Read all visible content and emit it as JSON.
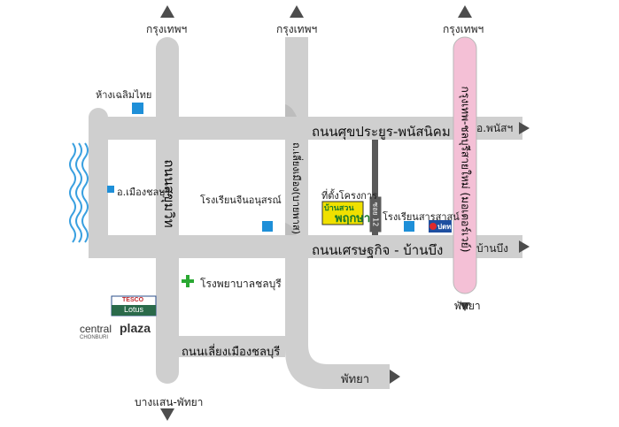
{
  "destinations": {
    "top_left": "กรุงเทพฯ",
    "top_mid": "กรุงเทพฯ",
    "top_right": "กรุงเทพฯ",
    "right_upper": "อ.พนัสฯ",
    "right_lower": "บ้านบึง",
    "bottom_right": "พัทยา",
    "bottom_left": "บางแสน-พัทยา",
    "bottom_curve": "พัทยา"
  },
  "roads": {
    "upper_horizontal": "ถนนศุขประยูร-พนัสนิคม",
    "lower_horizontal": "ถนนเศรษฐกิจ - บ้านบึง",
    "left_vertical": "ถนนสุขุมวิท",
    "middle_vertical": "ถ.เลี่ยงเมือง(บายพาส)",
    "motorway": "กรุงเทพ-ชลบุรีสายใหม่ (มอเตอร์เวย์)",
    "bottom_bypass": "ถนนเลี่ยงเมืองชลบุรี",
    "soi": "ซอย 12"
  },
  "places": {
    "central_department": "ห้างเฉลิมไทย",
    "district_office": "อ.เมืองชลบุรี",
    "school_chin": "โรงเรียนจีนอนุสรณ์",
    "school_sarasas": "โรงเรียนสารสาสน์",
    "hospital": "โรงพยาบาลชลบุรี",
    "project_location": "ที่ตั้งโครงการ"
  },
  "logos": {
    "project_line1": "บ้านสวน",
    "project_line2": "พฤกษา",
    "ptt": "ปตท.",
    "tesco": "TESCO",
    "lotus": "Lotus",
    "central_a": "central",
    "central_b": "plaza",
    "central_sub": "CHONBURI"
  },
  "colors": {
    "road": "#cfcfcf",
    "motorway": "#f4c0d6",
    "marker": "#1e8fd8",
    "hospital_cross": "#2aa832",
    "water": "#3aa0e0",
    "project_logo": "#f0e000"
  }
}
